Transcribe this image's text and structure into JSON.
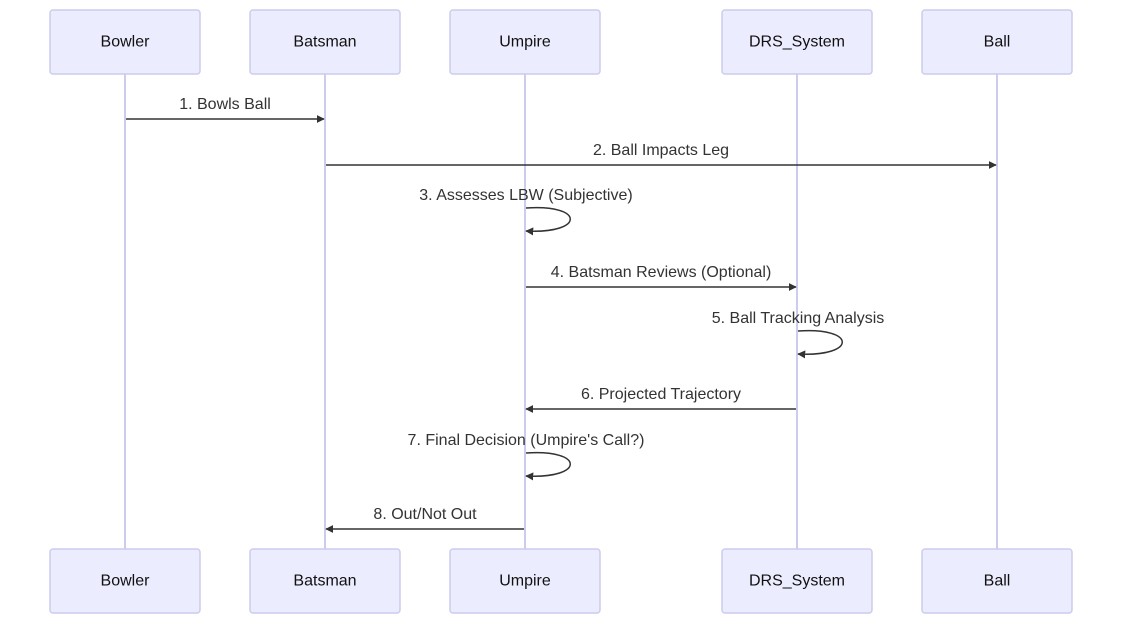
{
  "diagram": {
    "type": "sequence",
    "participants": [
      {
        "id": "bowler",
        "label": "Bowler"
      },
      {
        "id": "batsman",
        "label": "Batsman"
      },
      {
        "id": "umpire",
        "label": "Umpire"
      },
      {
        "id": "drs",
        "label": "DRS_System"
      },
      {
        "id": "ball",
        "label": "Ball"
      }
    ],
    "messages": [
      {
        "from": "bowler",
        "to": "batsman",
        "label": "1. Bowls Ball"
      },
      {
        "from": "batsman",
        "to": "ball",
        "label": "2. Ball Impacts Leg"
      },
      {
        "from": "umpire",
        "to": "umpire",
        "label": "3. Assesses LBW (Subjective)"
      },
      {
        "from": "umpire",
        "to": "drs",
        "label": "4. Batsman Reviews (Optional)"
      },
      {
        "from": "drs",
        "to": "drs",
        "label": "5. Ball Tracking Analysis"
      },
      {
        "from": "drs",
        "to": "umpire",
        "label": "6. Projected Trajectory"
      },
      {
        "from": "umpire",
        "to": "umpire",
        "label": "7. Final Decision (Umpire's Call?)"
      },
      {
        "from": "umpire",
        "to": "batsman",
        "label": "8. Out/Not Out"
      }
    ],
    "colors": {
      "actor_fill": "#ececff",
      "actor_stroke": "#ccccee",
      "lifeline": "#ccccee",
      "message": "#333333"
    }
  }
}
